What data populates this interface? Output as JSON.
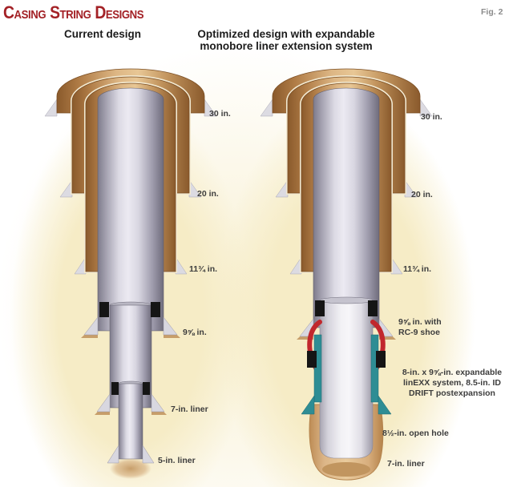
{
  "figure": {
    "title": "Casing String Designs",
    "fig_label": "Fig. 2"
  },
  "colors": {
    "title_red": "#a32126",
    "fig_gray": "#8b8b8b",
    "header_black": "#1c1c1c",
    "label_gray": "#3d3d3d",
    "casing_tan": "#c0905c",
    "pipe_silver": "#d8d6e0",
    "liner_white": "#f2f1f5",
    "shoe_red": "#c1272d",
    "expandable_teal": "#2e8d94",
    "hanger_black": "#151515",
    "open_hole_tan": "#d2a878",
    "background_cream": "#f6ecc6"
  },
  "left_well": {
    "header": "Current design",
    "labels": [
      {
        "text": "30 in."
      },
      {
        "text": "20 in."
      },
      {
        "text": "11¾ in."
      },
      {
        "text": "9⅝ in."
      },
      {
        "text": "7-in. liner"
      },
      {
        "text": "5-in. liner"
      }
    ]
  },
  "right_well": {
    "header": "Optimized design with expandable\nmonobore liner extension system",
    "labels": [
      {
        "text": "30 in."
      },
      {
        "text": "20 in."
      },
      {
        "text": "11¾ in."
      },
      {
        "text": "9⅝ in. with\nRC-9 shoe"
      },
      {
        "text": "8-in. x 9⅝-in. expandable\nlinEXX system, 8.5-in. ID\nDRIFT postexpansion"
      },
      {
        "text": "8½-in. open hole"
      },
      {
        "text": "7-in. liner"
      }
    ]
  }
}
